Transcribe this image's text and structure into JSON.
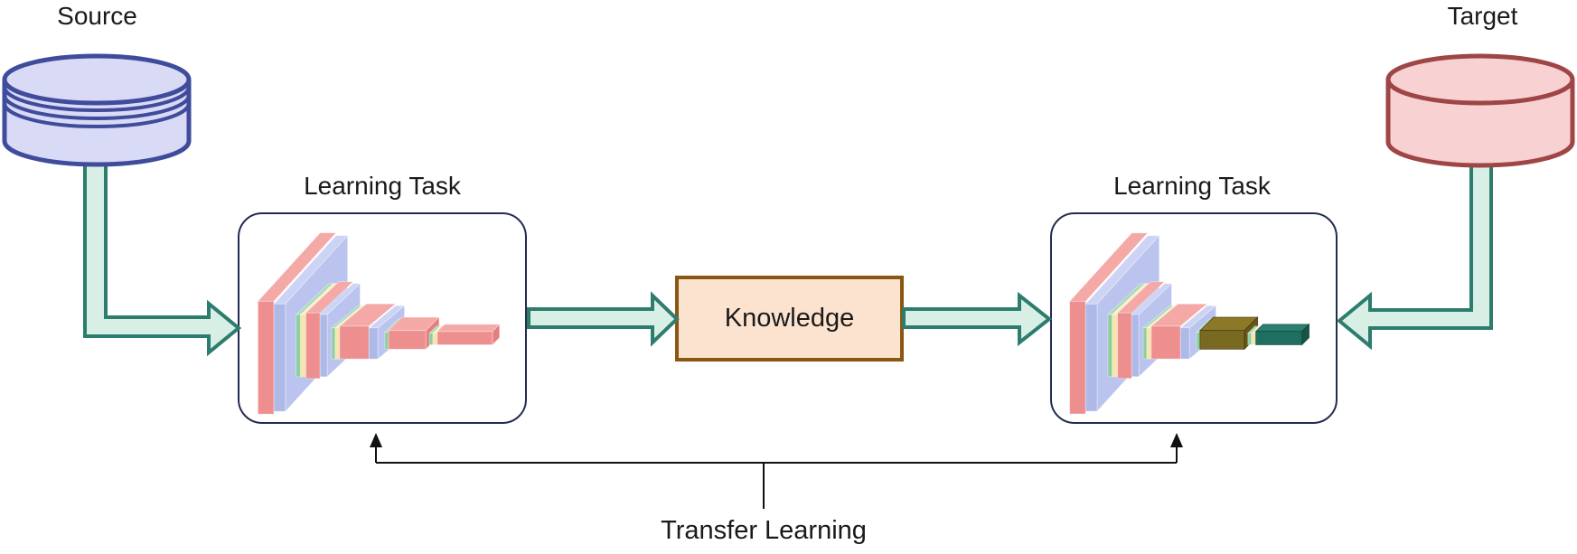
{
  "labels": {
    "source": "Source",
    "target": "Target",
    "learning_task_left": "Learning Task",
    "learning_task_right": "Learning Task",
    "knowledge": "Knowledge",
    "transfer_learning": "Transfer Learning"
  },
  "structure": {
    "flow": [
      "Source -> Learning Task (left)",
      "Learning Task (left) -> Knowledge",
      "Knowledge -> Learning Task (right)",
      "Target -> Learning Task (right)",
      "Transfer Learning bracket spans both Learning Task boxes"
    ]
  },
  "colors": {
    "background": "#ffffff",
    "text": "#1a1a1a",
    "source_cylinder_fill": "#d9daf6",
    "source_cylinder_stroke": "#3f4c9b",
    "target_cylinder_fill": "#f8d1d3",
    "target_cylinder_stroke": "#9e4546",
    "arrow_fill": "#d8efe6",
    "arrow_stroke": "#2d7d6e",
    "knowledge_fill": "#fce3d0",
    "knowledge_stroke": "#8a5712",
    "box_fill": "#ffffff",
    "box_stroke": "#232c50",
    "bracket": "#111111",
    "cnn_red": "#ee8f8f",
    "cnn_red_top": "#f4a9a6",
    "cnn_red_side": "#e57f7f",
    "cnn_blue": "#aeb9e8",
    "cnn_blue_top": "#cdd3f4",
    "cnn_blue_side": "#bac4ee",
    "cnn_green": "#8ecf9e",
    "cnn_green_top": "#a8dcb4",
    "cnn_yellow": "#f7e3ae",
    "cnn_yellow_top": "#fbeec9",
    "cnn_olive": "#7a6a21",
    "cnn_olive_top": "#8b7928",
    "cnn_olive_side": "#665817",
    "cnn_teal": "#1e6f60",
    "cnn_teal_top": "#2a7f6e",
    "cnn_teal_side": "#165446"
  }
}
